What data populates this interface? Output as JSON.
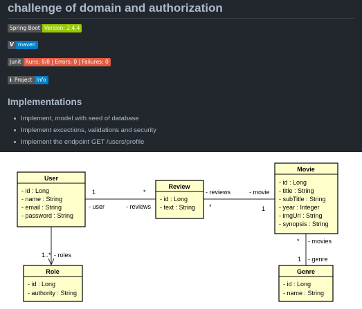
{
  "title": "challenge of domain and authorization",
  "badges": [
    {
      "left": "Spring Boot",
      "right": "Version: 2.4.4"
    },
    {
      "icon": "V",
      "right": "maven"
    },
    {
      "left": "Junit",
      "right": "Runs: 8/8 | Errors: 0 | Failures: 0"
    },
    {
      "icon": "ℹ",
      "left": "Project",
      "right": "Info"
    }
  ],
  "section_heading": "Implementations",
  "items": [
    "Implement, model with seed of database",
    "Implement excections, validations and security",
    "Implement the endpoint GET /users/profile"
  ],
  "diagram": {
    "classes": {
      "user": {
        "name": "User",
        "attrs": [
          "- id : Long",
          "- name : String",
          "- email : String",
          "- password : String"
        ]
      },
      "review": {
        "name": "Review",
        "attrs": [
          "- id : Long",
          "- text : String"
        ]
      },
      "movie": {
        "name": "Movie",
        "attrs": [
          "- id : Long",
          "- title : String",
          "- subTitle : String",
          "- year : Integer",
          "- imgUrl : String",
          "- synopsis : String"
        ]
      },
      "role": {
        "name": "Role",
        "attrs": [
          "- id : Long",
          "- authority : String"
        ]
      },
      "genre": {
        "name": "Genre",
        "attrs": [
          "- id : Long",
          "- name : String"
        ]
      }
    },
    "labels": {
      "user_review_mult_left": "1",
      "user_review_mult_right": "*",
      "user_review_role_left": "- user",
      "user_review_role_right": "- reviews",
      "movie_review_role_left": "- reviews",
      "movie_review_role_right": "- movie",
      "movie_review_mult_left": "*",
      "movie_review_mult_right": "1",
      "user_role_mult": "1..*",
      "user_role_name": "- roles",
      "movie_genre_mult_top": "*",
      "movie_genre_role_top": "- movies",
      "movie_genre_mult_bottom": "1",
      "movie_genre_role_bottom": "- genre"
    }
  },
  "colors": {
    "background": "#22272e",
    "class_fill": "#ffffcc",
    "class_border": "#000000"
  }
}
